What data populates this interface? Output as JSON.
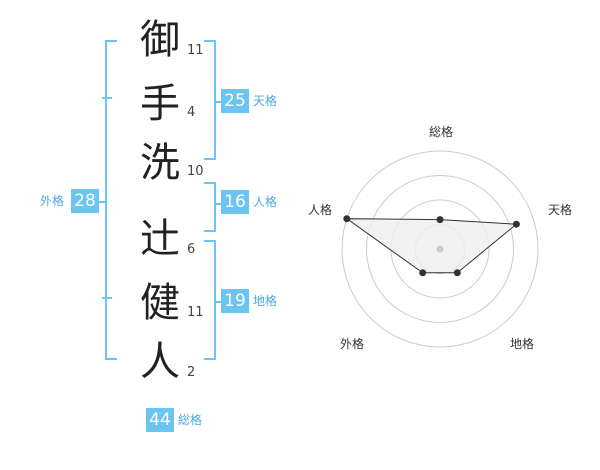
{
  "name": {
    "chars": [
      {
        "char": "御",
        "strokes": "11"
      },
      {
        "char": "手",
        "strokes": "4"
      },
      {
        "char": "洗",
        "strokes": "10"
      },
      {
        "char": "辻",
        "strokes": "6"
      },
      {
        "char": "健",
        "strokes": "11"
      },
      {
        "char": "人",
        "strokes": "2"
      }
    ]
  },
  "kakusu": {
    "tenkaku": {
      "value": "25",
      "label": "天格"
    },
    "jinkaku": {
      "value": "16",
      "label": "人格"
    },
    "chikaku": {
      "value": "19",
      "label": "地格"
    },
    "gaikaku": {
      "value": "28",
      "label": "外格"
    },
    "soukaku": {
      "value": "44",
      "label": "総格"
    }
  },
  "chart_data": {
    "type": "radar",
    "axes": [
      "総格",
      "天格",
      "地格",
      "外格",
      "人格"
    ],
    "values": [
      0.3,
      0.82,
      0.3,
      0.3,
      1.0
    ],
    "ring_count": 4,
    "colors": {
      "line": "#333333",
      "fill": "#efefef",
      "ring": "#cccccc",
      "center": "#cccccc"
    }
  }
}
